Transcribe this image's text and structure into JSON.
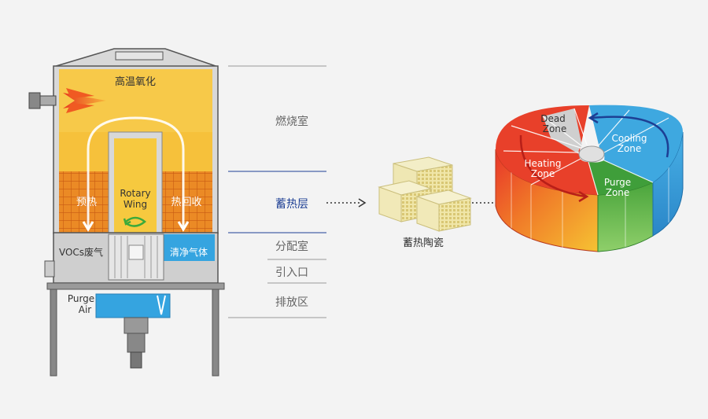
{
  "oxidizer": {
    "top_label": "高温氧化",
    "preheat_label": "预热",
    "heat_recovery_label": "热回收",
    "rotary_line1": "Rotary",
    "rotary_line2": "Wing",
    "vocs_label": "VOCs废气",
    "clean_gas_label": "清净气体",
    "purge_line1": "Purge",
    "purge_line2": "Air"
  },
  "section_labels": {
    "combustion": "燃烧室",
    "regenerative": "蓄热层",
    "distribution": "分配室",
    "inlet": "引入口",
    "exhaust": "排放区"
  },
  "media": {
    "caption": "蓄热陶瓷"
  },
  "rotor": {
    "dead_line1": "Dead",
    "dead_line2": "Zone",
    "cooling_line1": "Cooling",
    "cooling_line2": "Zone",
    "heating_line1": "Heating",
    "heating_line2": "Zone",
    "purge_line1": "Purge",
    "purge_line2": "Zone"
  },
  "colors": {
    "yellow": "#f7c63a",
    "orange_grid": "#e8821f",
    "blue": "#3ea8e0",
    "red": "#e8402a",
    "green": "#3f9e3a",
    "gray": "#c5c5c5",
    "highlight": "#1d3f94"
  }
}
